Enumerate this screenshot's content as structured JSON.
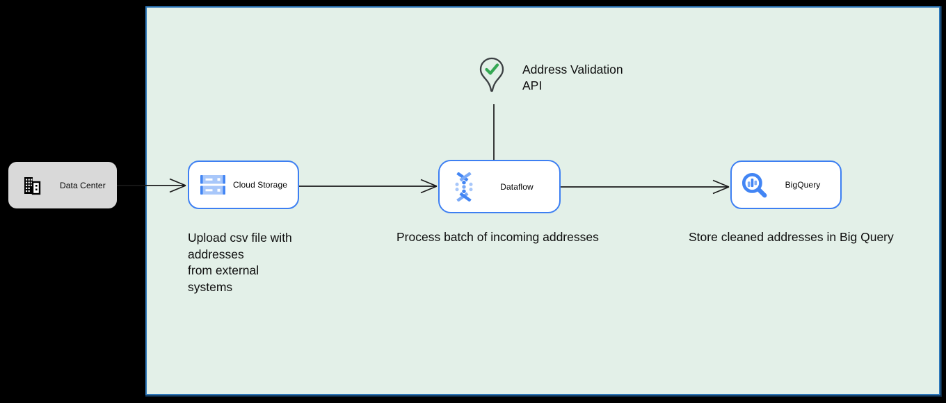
{
  "colors": {
    "page_bg": "#000000",
    "canvas_fill": "#e3f0e8",
    "canvas_border": "#2e78ba",
    "node_border": "#3d7ff2",
    "node_fill": "#ffffff",
    "datacenter_fill": "#d9d9d9",
    "icon_blue": "#4285f4",
    "icon_blue_light": "#a8c7fa",
    "icon_blue_mid": "#7baaf7",
    "check_green": "#34a853",
    "pin_outline": "#3c4043",
    "wire": "#1a1a1a",
    "text": "#0d0d0d"
  },
  "nodes": {
    "data_center": {
      "label": "Data Center"
    },
    "cloud_storage": {
      "label": "Cloud Storage",
      "caption": "Upload csv file with\naddresses\nfrom external\nsystems"
    },
    "dataflow": {
      "label": "Dataflow",
      "caption": "Process batch of incoming addresses"
    },
    "bigquery": {
      "label": "BigQuery",
      "caption": "Store cleaned addresses in Big Query"
    },
    "address_validation_api": {
      "label": "Address Validation\nAPI"
    }
  }
}
